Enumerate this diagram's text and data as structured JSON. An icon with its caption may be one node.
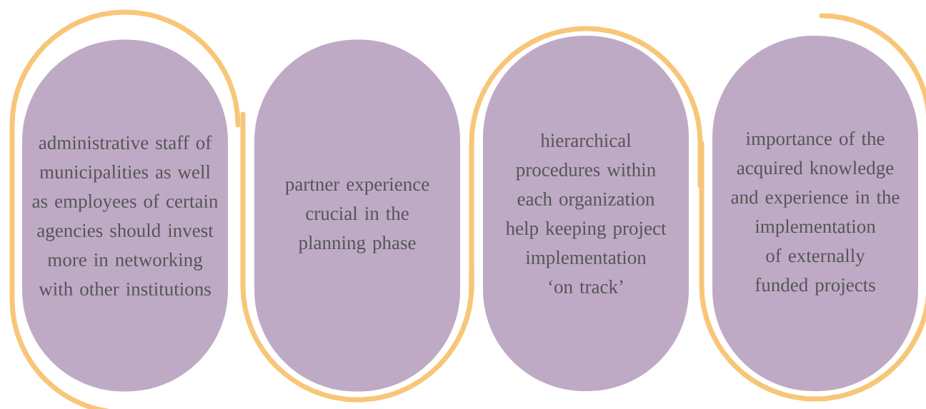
{
  "diagram": {
    "nodes": [
      {
        "text": [
          "administrative staff of municipalities as well as employees of certain agencies should invest more in networking with other institutions"
        ]
      },
      {
        "text": [
          "partner experience crucial in the planning phase"
        ]
      },
      {
        "text": [
          "hierarchical procedures within each organization help keeping project implementation ‘on track’"
        ]
      },
      {
        "text": [
          "importance of the acquired knowledge and experience in the implementation of externally funded projects"
        ]
      }
    ]
  }
}
